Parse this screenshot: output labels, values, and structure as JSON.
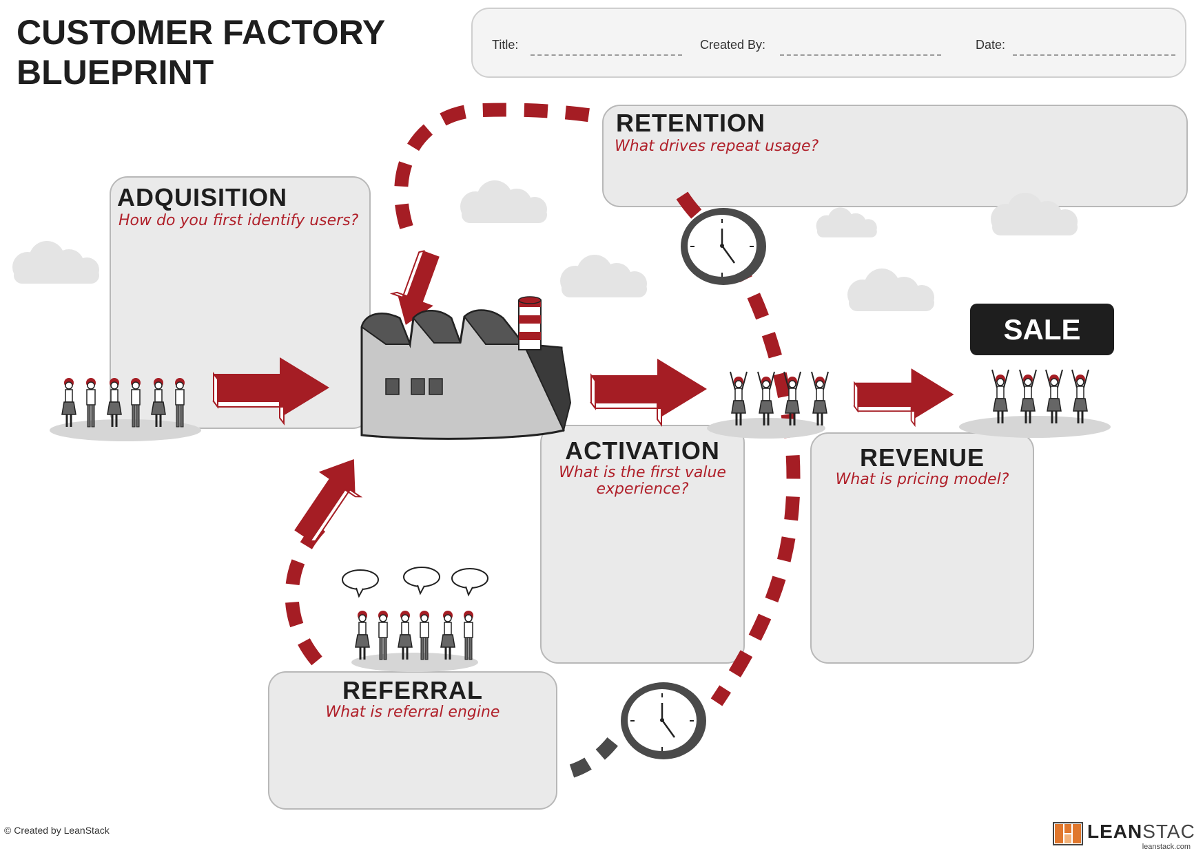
{
  "title": {
    "line1": "CUSTOMER FACTORY",
    "line2": "BLUEPRINT"
  },
  "header": {
    "title_label": "Title:",
    "created_by_label": "Created By:",
    "date_label": "Date:"
  },
  "panels": {
    "acquisition": {
      "title": "ADQUISITION",
      "question": "How do you first identify users?"
    },
    "retention": {
      "title": "RETENTION",
      "question": "What drives repeat usage?"
    },
    "activation": {
      "title": "ACTIVATION",
      "question_line1": "What is the first value",
      "question_line2": "experience?"
    },
    "revenue": {
      "title": "REVENUE",
      "question": "What is pricing model?"
    },
    "referral": {
      "title": "REFERRAL",
      "question": "What is referral engine"
    }
  },
  "sale_sign": "SALE",
  "footer": {
    "credit": "© Created by LeanStack",
    "logo_lean": "LEAN",
    "logo_stack": "STACK",
    "logo_url": "leanstack.com"
  },
  "colors": {
    "accent_red": "#a51d24",
    "panel_fill": "#eaeaea",
    "factory_gray": "#c8c8c8",
    "dark": "#1e1e1e"
  },
  "icons": [
    "factory-icon",
    "clock-icon",
    "arrow-icon",
    "people-icon",
    "speech-bubble-icon",
    "cloud-icon",
    "leanstack-logo-icon"
  ]
}
